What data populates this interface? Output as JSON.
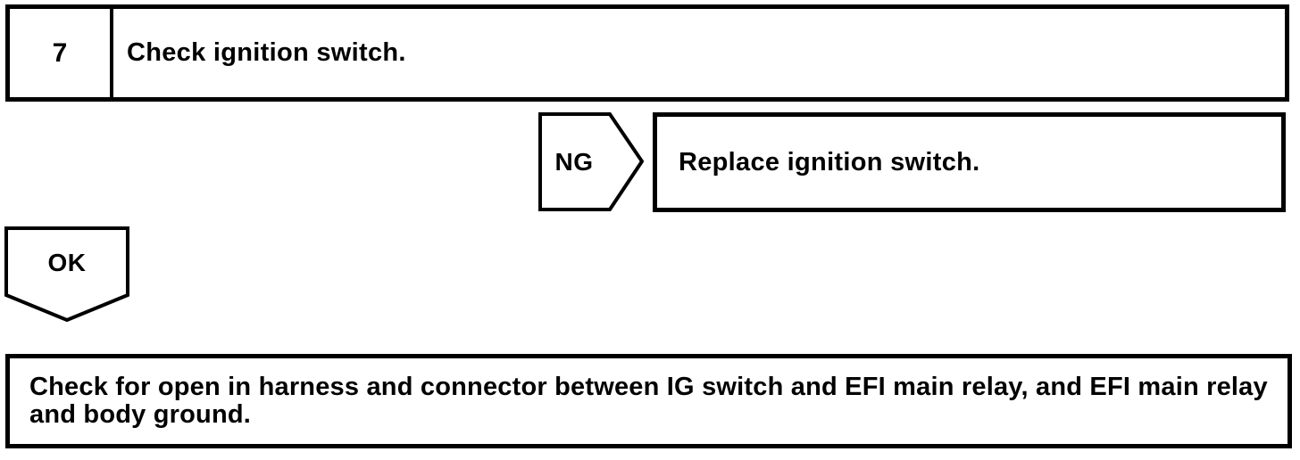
{
  "colors": {
    "ink": "#000000",
    "paper": "#ffffff"
  },
  "flowchart": {
    "step": {
      "number": "7",
      "instruction": "Check ignition switch."
    },
    "ng_branch": {
      "label": "NG",
      "action": "Replace ignition switch."
    },
    "ok_branch": {
      "label": "OK"
    },
    "result": {
      "instruction": "Check for open in harness and connector between IG switch and EFI main relay, and EFI main relay and body ground."
    }
  }
}
